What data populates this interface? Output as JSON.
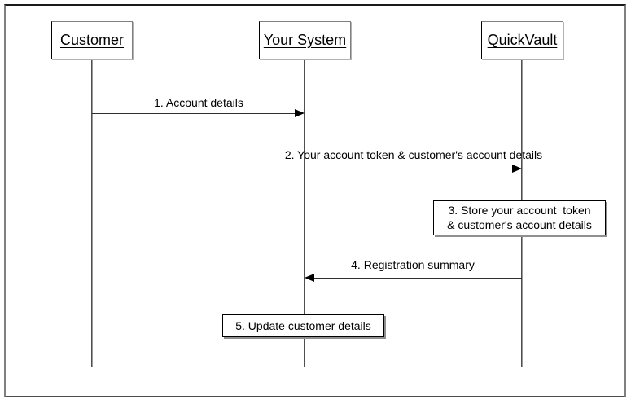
{
  "diagram_type": "uml-sequence",
  "actors": [
    {
      "name": "Customer"
    },
    {
      "name": "Your System"
    },
    {
      "name": "QuickVault"
    }
  ],
  "messages": [
    {
      "label": "1. Account details",
      "from": "Customer",
      "to": "Your System",
      "direction": "right"
    },
    {
      "label": "2. Your account token & customer's account details",
      "from": "Your System",
      "to": "QuickVault",
      "direction": "right"
    },
    {
      "label": "4. Registration summary",
      "from": "QuickVault",
      "to": "Your System",
      "direction": "left"
    }
  ],
  "notes": [
    {
      "line1": "3. Store your account  token",
      "line2": "& customer's account details",
      "on": "QuickVault"
    },
    {
      "line1": "5. Update customer details",
      "on": "Your System"
    }
  ],
  "colors": {
    "background": "#ffffff",
    "line": "#000000",
    "shadow": "#8f8f8f",
    "text": "#000000"
  }
}
